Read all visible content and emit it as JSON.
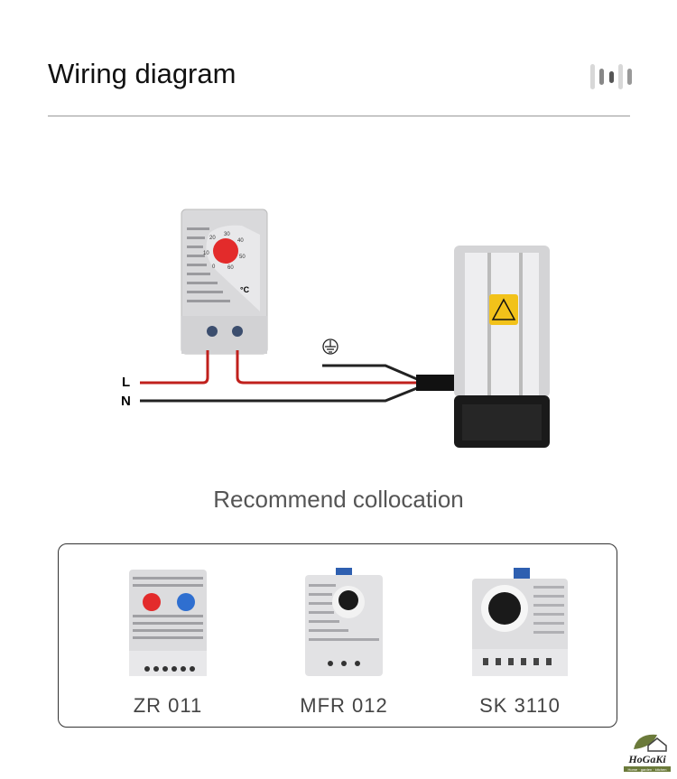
{
  "header": {
    "title": "Wiring diagram",
    "icon": "bars-decoration-icon"
  },
  "diagram": {
    "line_label": "L",
    "neutral_label": "N",
    "ground_symbol": "ground-icon",
    "dial_marks": [
      "0",
      "10",
      "20",
      "30",
      "40",
      "50",
      "60"
    ],
    "unit": "°C",
    "wire_colors": {
      "live": "#c0201c",
      "neutral": "#222222"
    }
  },
  "recommend": {
    "title": "Recommend collocation",
    "products": [
      {
        "name": "ZR 011"
      },
      {
        "name": "MFR 012"
      },
      {
        "name": "SK 3110"
      }
    ]
  },
  "logo": {
    "text": "HoGaKi",
    "tagline": "Home · garden · kitchen"
  }
}
